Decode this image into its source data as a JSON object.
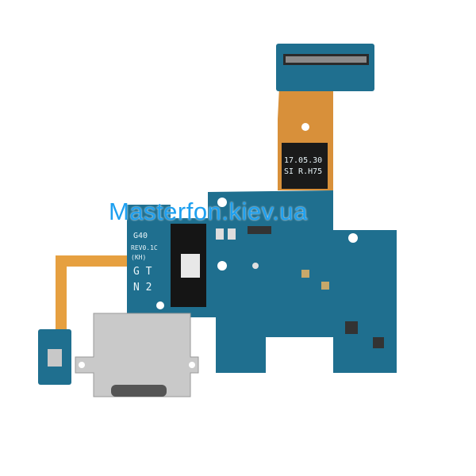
{
  "watermark": "Masterfon.kiev.ua",
  "board_print": {
    "date_code": "17.05.30",
    "part_code": "SI R.H75",
    "model": "G40",
    "revision": "REV0.1C",
    "variant": "(KH)",
    "gt_label": "G T",
    "n2_label": "N 2"
  },
  "colors": {
    "pcb": "#1f6f8f",
    "flex": "#e6a040",
    "metal": "#c9c9c9",
    "watermark": "#1ea0f0"
  }
}
